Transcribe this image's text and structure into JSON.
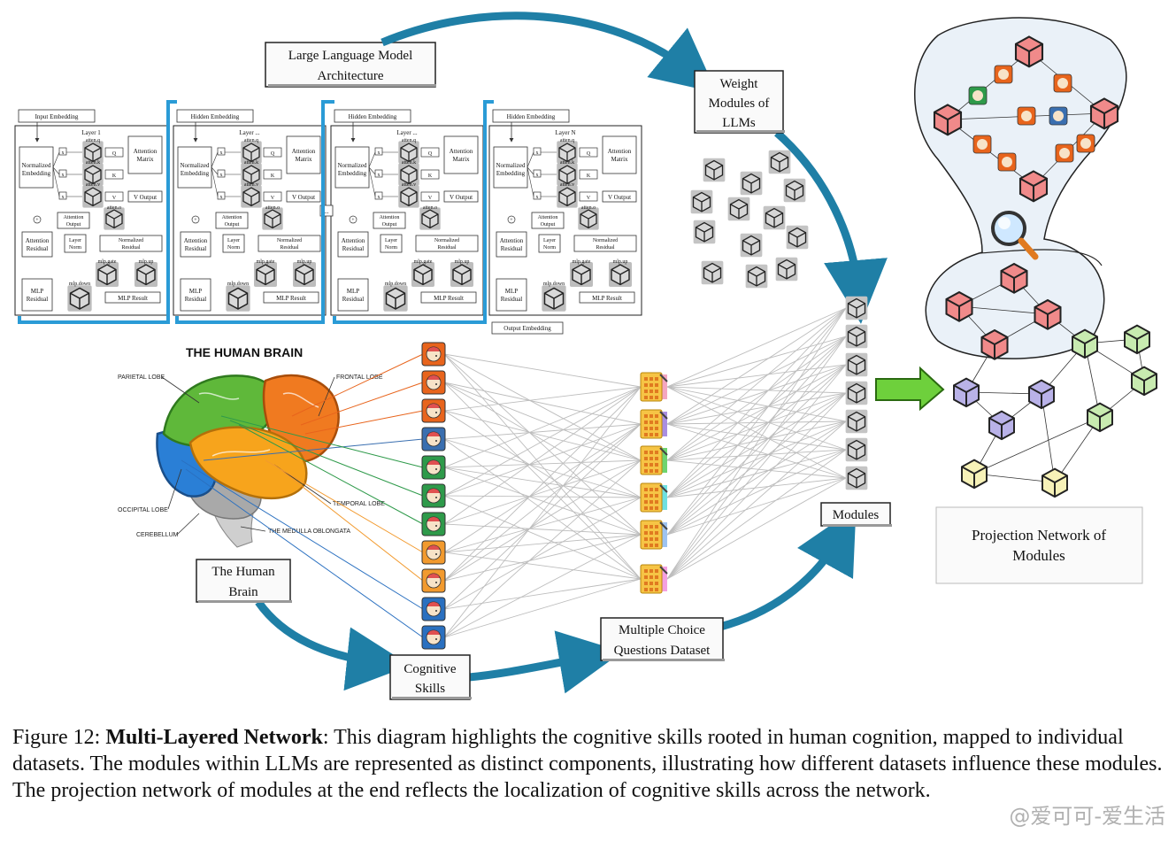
{
  "boxes": {
    "llm_arch": [
      "Large Language Model",
      "Architecture"
    ],
    "weight_modules": [
      "Weight",
      "Modules of",
      "LLMs"
    ],
    "modules": "Modules",
    "projection": [
      "Projection Network of",
      "Modules"
    ],
    "mcq": [
      "Multiple Choice",
      "Questions Dataset"
    ],
    "cognitive": [
      "Cognitive",
      "Skills"
    ],
    "human_brain": [
      "The Human",
      "Brain"
    ]
  },
  "transformer": {
    "panels": [
      {
        "top": "Input Embedding",
        "layer": "Layer 1"
      },
      {
        "top": "Hidden Embedding",
        "layer": "Layer ..."
      },
      {
        "top": "Hidden Embedding",
        "layer": "Layer ..."
      },
      {
        "top": "Hidden Embedding",
        "layer": "Layer N"
      }
    ],
    "labels": {
      "norm_emb": [
        "Normalized",
        "Embedding"
      ],
      "attn_q": "atten.q",
      "attn_k": "atten.k",
      "attn_v": "atten.v",
      "attn_o": "atten.o",
      "q": "Q",
      "k": "K",
      "v": "V",
      "attn_matrix": [
        "Attention",
        "Matrix"
      ],
      "v_output": "V Output",
      "attn_output": [
        "Attention",
        "Output"
      ],
      "attn_residual": [
        "Attention",
        "Residual"
      ],
      "layer_norm": [
        "Layer",
        "Norm"
      ],
      "norm_residual": [
        "Normalized",
        "Residual"
      ],
      "mlp_gate": "mlp.gate",
      "mlp_up": "mlp.up",
      "mlp_down": "mlp.down",
      "mlp_residual": [
        "MLP",
        "Residual"
      ],
      "mlp_result": "MLP Result",
      "x": "x",
      "plus": "+",
      "dots": "..."
    },
    "output": "Output Embedding"
  },
  "brain": {
    "title": "THE HUMAN BRAIN",
    "lobes": {
      "parietal": "PARIETAL LOBE",
      "frontal": "FRONTAL LOBE",
      "occipital": "OCCIPITAL LOBE",
      "temporal": "TEMPORAL LOBE",
      "cerebellum": "CEREBELLUM",
      "medulla": "THE MEDULLA OBLONGATA"
    },
    "colors": {
      "parietal": "#5fb83a",
      "frontal": "#f07a20",
      "occipital": "#2a7fd6",
      "temporal": "#f7a41c",
      "cerebellum": "#a9a9a9",
      "stem": "#cfcfcf"
    }
  },
  "skill_icon_colors": [
    "#e8641c",
    "#e8641c",
    "#e8641c",
    "#3a6fb0",
    "#2e9a4a",
    "#2e9a4a",
    "#2e9a4a",
    "#f29a2e",
    "#f29a2e",
    "#2a70c0",
    "#2a70c0"
  ],
  "dataset_tab_colors": [
    "#f4a6c0",
    "#a98ee0",
    "#6fd46f",
    "#6fe0e0",
    "#9ec3f0",
    "#f4a0e0"
  ],
  "caption": {
    "prefix": "Figure 12: ",
    "bold": "Multi-Layered Network",
    "rest": ": This diagram highlights the cognitive skills rooted in human cognition, mapped to individual datasets. The modules within LLMs are represented as distinct components, illustrating how different datasets influence these modules. The projection network of modules at the end reflects the localization of cognitive skills across the network."
  },
  "watermark": "@爱可可-爱生活",
  "colors": {
    "arrow": "#1f7fa6",
    "panel_border": "#2a9bd6",
    "green_arrow": "#6ed03c",
    "cube_red": "#f08a8a",
    "cube_purple": "#b9b2e8",
    "cube_green": "#c8ebb0",
    "cube_yellow": "#f7f2b8",
    "cube_gray": "#bdbdbd"
  }
}
